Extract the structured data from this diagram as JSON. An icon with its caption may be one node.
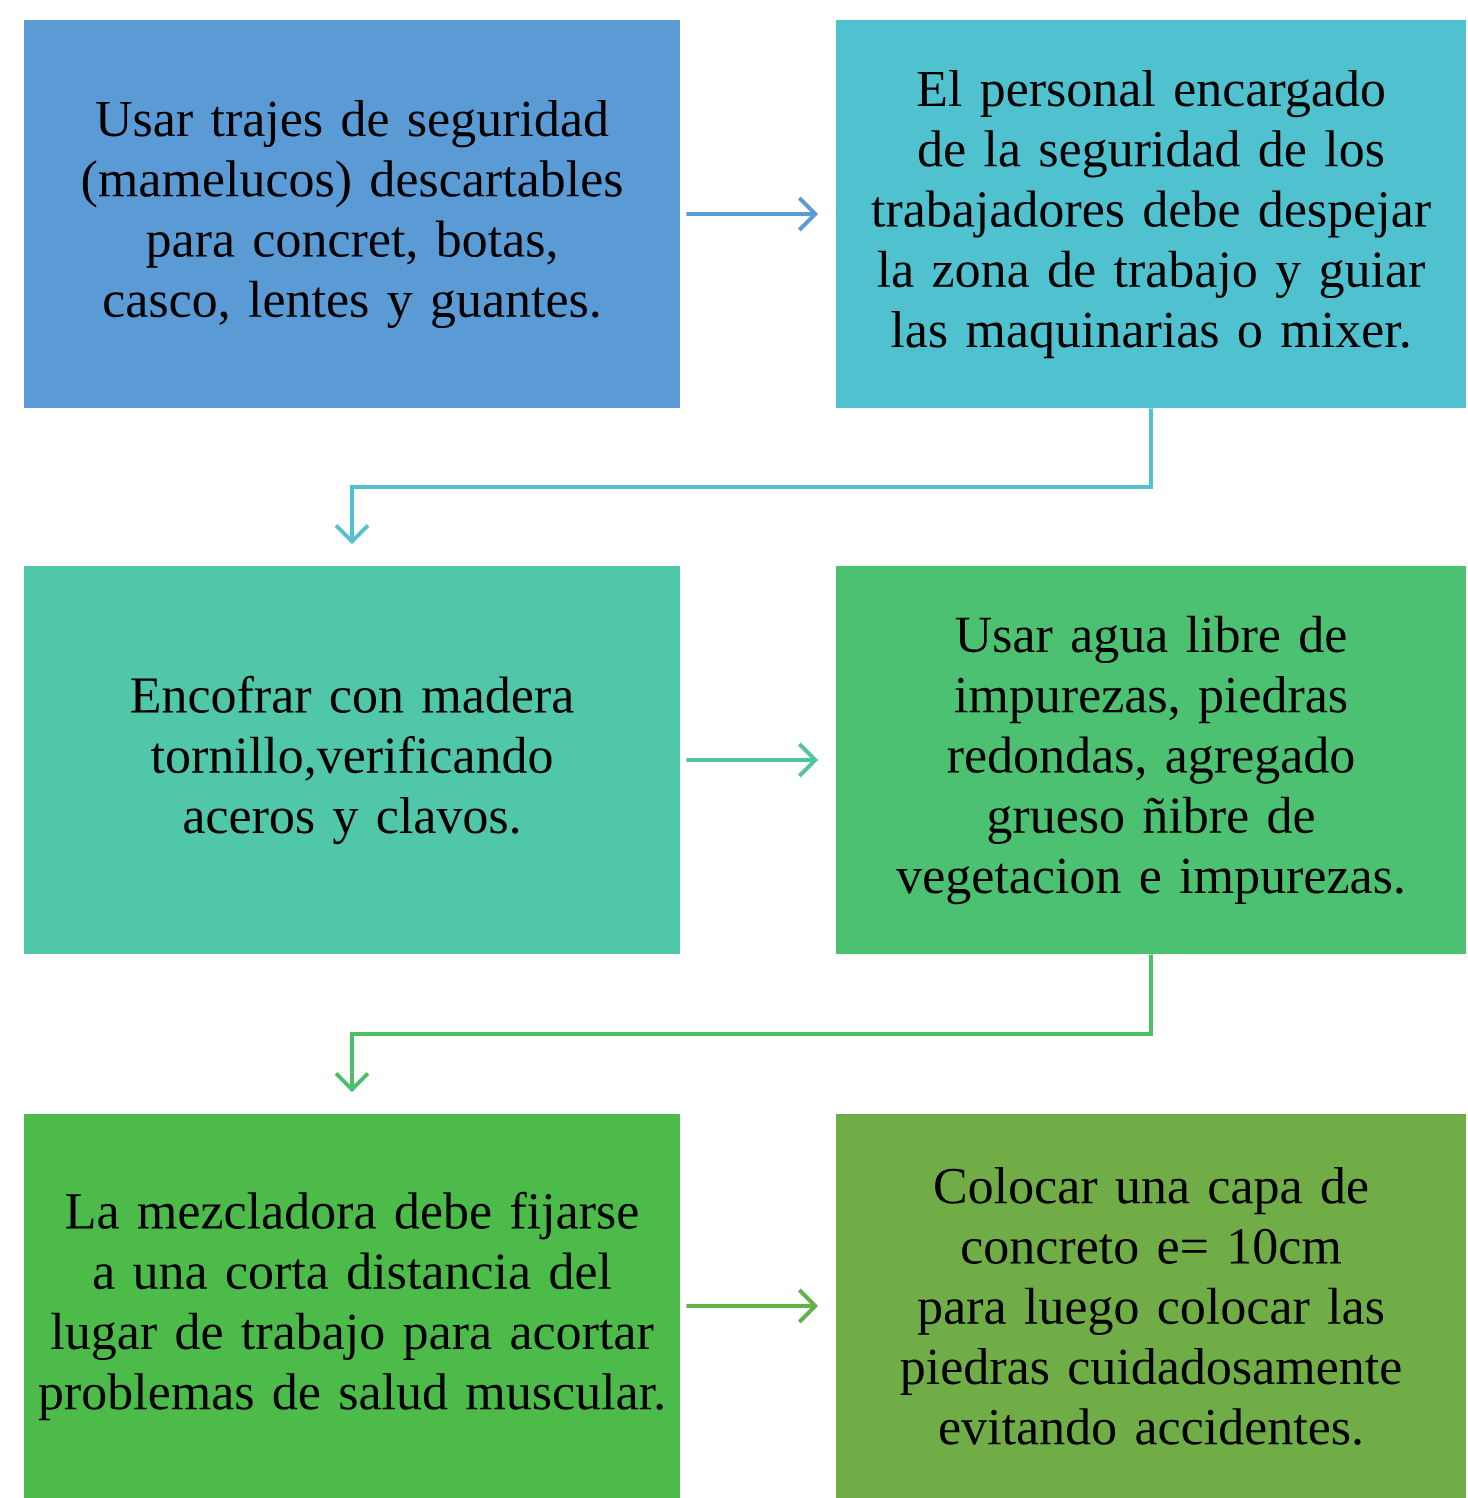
{
  "diagram": {
    "nodes": [
      {
        "text": [
          "Usar trajes de seguridad (mamelucos) descartables para concret, botas, casco, lentes y guantes."
        ]
      },
      {
        "text": [
          "El personal encargado de la seguridad de los trabajadores debe despejar la zona de trabajo y guiar las maquinarias o mixer."
        ]
      },
      {
        "text": [
          "Encofrar con madera tornillo,verificando aceros y clavos."
        ]
      },
      {
        "text": [
          "Usar agua libre de impurezas, piedras redondas, agregado grueso ñibre de vegetacion e impurezas."
        ]
      },
      {
        "text": [
          "La mezcladora debe fijarse a una corta distancia del lugar de trabajo para acortar problemas de salud muscular."
        ]
      },
      {
        "text": [
          "Colocar una capa de concreto e= 10cm para luego colocar las piedras cuidadosamente evitando accidentes."
        ]
      }
    ],
    "edges": [
      {
        "from": 0,
        "to": 1,
        "arrow": "to",
        "color": "#5b9bd5"
      },
      {
        "from": 1,
        "to": 2,
        "arrow": "to",
        "color": "#4fc1cf"
      },
      {
        "from": 2,
        "to": 3,
        "arrow": "to",
        "color": "#4fc79a"
      },
      {
        "from": 3,
        "to": 4,
        "arrow": "to",
        "color": "#4cc066"
      },
      {
        "from": 4,
        "to": 5,
        "arrow": "to",
        "color": "#62b347"
      }
    ]
  }
}
